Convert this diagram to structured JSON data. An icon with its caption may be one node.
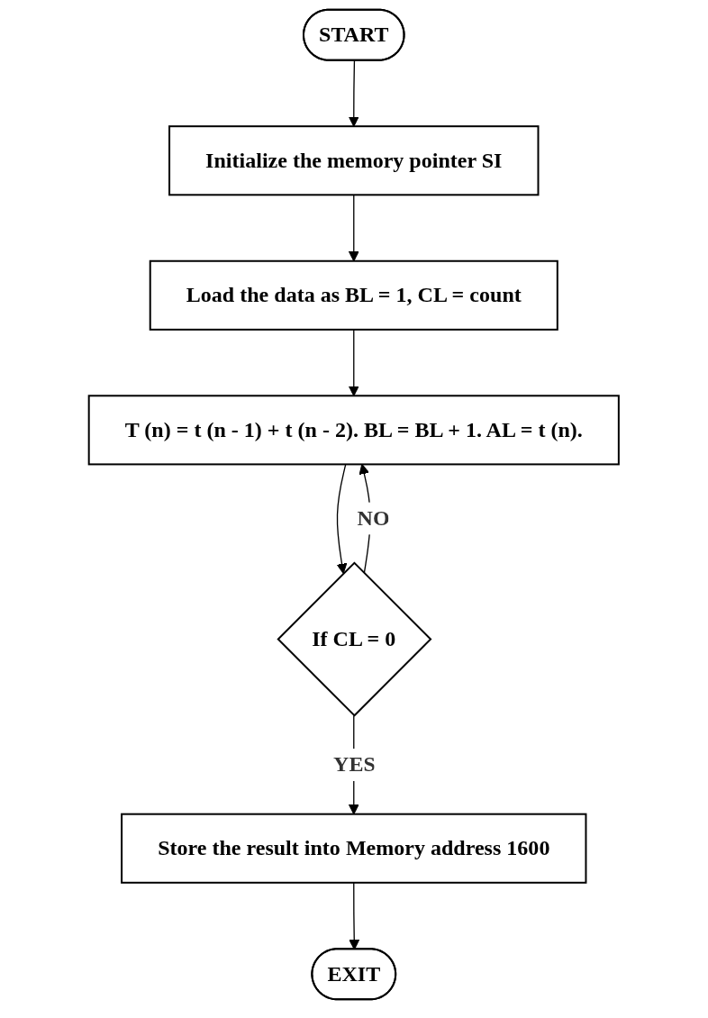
{
  "diagram": {
    "nodes": [
      {
        "text": [
          "START"
        ]
      },
      {
        "text": [
          "Initialize the memory pointer SI"
        ]
      },
      {
        "text": [
          "Load the data as BL = 1, CL = count"
        ]
      },
      {
        "text": [
          "T (n) = t (n - 1) + t (n - 2). BL = BL + 1. AL = t (n)."
        ]
      },
      {
        "text": [
          "If CL = 0"
        ]
      },
      {
        "text": [
          "Store the result into Memory address 1600"
        ]
      },
      {
        "text": [
          "EXIT"
        ]
      }
    ],
    "edges": [
      {
        "from": 0,
        "to": 1,
        "arrow": "to"
      },
      {
        "from": 1,
        "to": 2,
        "arrow": "to"
      },
      {
        "from": 2,
        "to": 3,
        "arrow": "to"
      },
      {
        "from": 3,
        "to": 4,
        "arrow": "to"
      },
      {
        "from": 4,
        "to": 3,
        "arrow": "to",
        "label": "NO"
      },
      {
        "from": 4,
        "to": 5,
        "arrow": "to",
        "label": "YES"
      },
      {
        "from": 5,
        "to": 6,
        "arrow": "to"
      }
    ]
  }
}
